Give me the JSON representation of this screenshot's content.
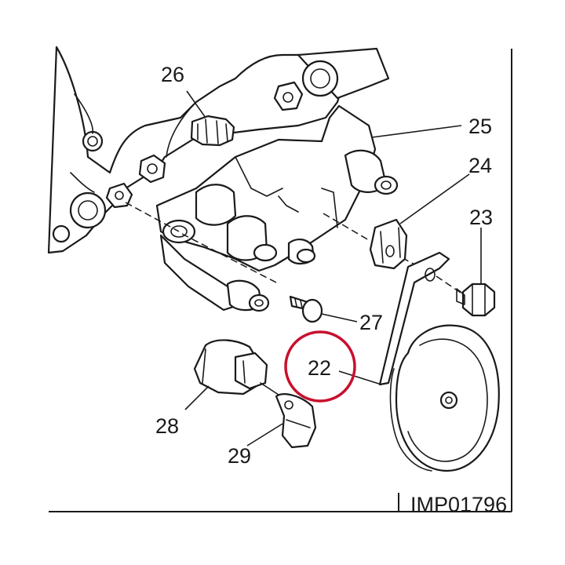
{
  "diagram_code": "IMP01796",
  "highlight_color": "#c8102e",
  "callouts": {
    "c22": "22",
    "c23": "23",
    "c24": "24",
    "c25": "25",
    "c26": "26",
    "c27": "27",
    "c28": "28",
    "c29": "29"
  }
}
